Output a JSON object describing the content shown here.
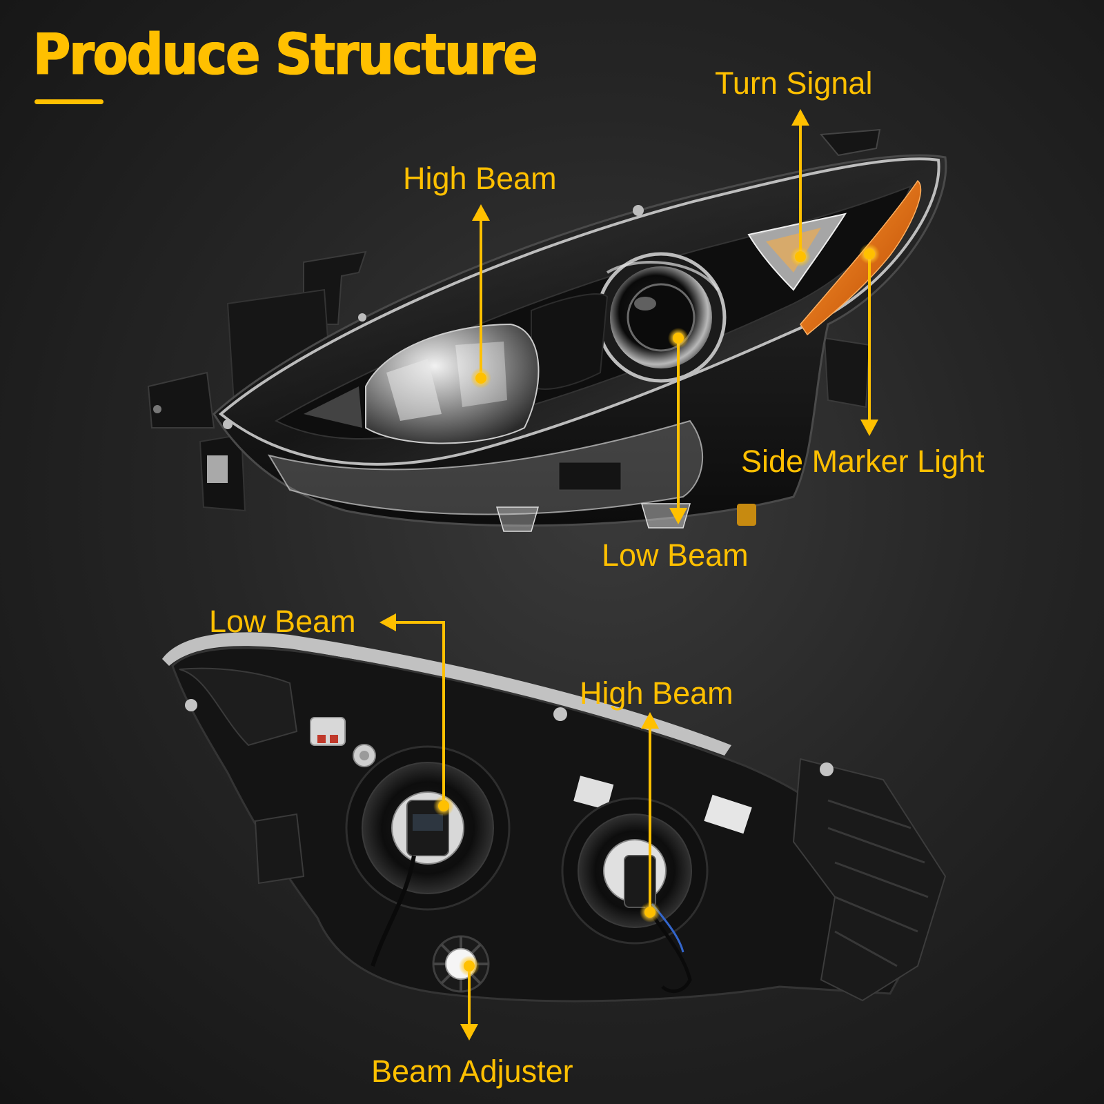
{
  "title": "Produce Structure",
  "colors": {
    "accent": "#ffc000",
    "background": "#2a2a2a",
    "amber_lens": "#e06a10"
  },
  "callouts": {
    "top": {
      "turn_signal": "Turn Signal",
      "high_beam": "High Beam",
      "side_marker_light": "Side Marker Light",
      "low_beam": "Low Beam"
    },
    "bottom": {
      "low_beam": "Low Beam",
      "high_beam": "High Beam",
      "beam_adjuster": "Beam Adjuster"
    }
  }
}
